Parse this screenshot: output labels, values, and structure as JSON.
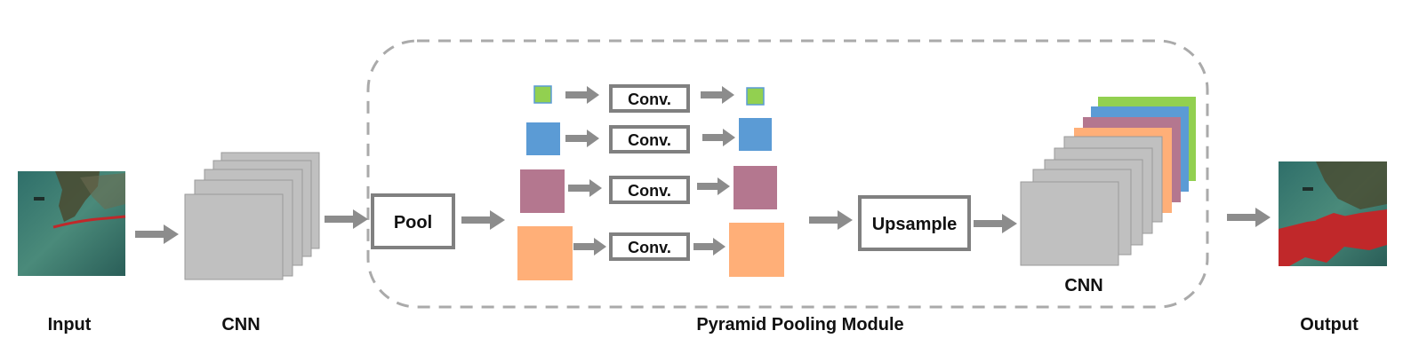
{
  "labels": {
    "input": "Input",
    "cnn_left": "CNN",
    "ppm": "Pyramid Pooling Module",
    "cnn_right": "CNN",
    "output": "Output"
  },
  "blocks": {
    "pool": "Pool",
    "conv": [
      "Conv.",
      "Conv.",
      "Conv.",
      "Conv."
    ],
    "upsample": "Upsample"
  },
  "colors": {
    "green": "#92d050",
    "blue": "#5b9bd5",
    "purple": "#b4778f",
    "orange": "#ffaf78",
    "gray_map": "#c0c0c0",
    "arrow": "#8c8c8c",
    "box_border": "#808080",
    "dashed": "#aaaaaa",
    "water": "#3e7a6c",
    "oil_spill": "#c0282a"
  },
  "images": {
    "input": "oil-spill-aerial-photo",
    "output": "segmentation-overlay-photo"
  }
}
